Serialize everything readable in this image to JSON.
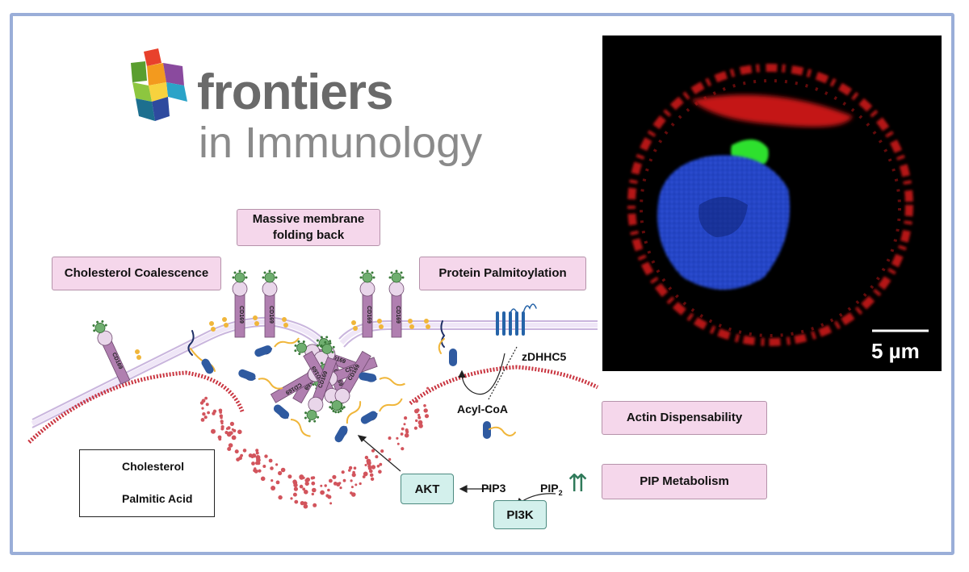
{
  "logo": {
    "word_top": "frontiers",
    "word_bottom": "in Immunology",
    "cube_colors": [
      "#e8412c",
      "#f39a1e",
      "#8dc63f",
      "#29abe2",
      "#2e4a9e",
      "#f7d23e",
      "#5a2d82"
    ]
  },
  "labels": {
    "massive_membrane": "Massive membrane folding back",
    "cholesterol_coalescence": "Cholesterol Coalescence",
    "protein_palmitoylation": "Protein Palmitoylation",
    "actin_dispensability": "Actin Dispensability",
    "pip_metabolism": "PIP Metabolism"
  },
  "pathway": {
    "zdhhc5": "zDHHC5",
    "acyl_coa": "Acyl-CoA",
    "akt": "AKT",
    "pip3": "PIP3",
    "pip2": "PIP",
    "pip2_sub": "2",
    "pi3k": "PI3K",
    "up_arrows": "⇈"
  },
  "legend": {
    "cholesterol": "Cholesterol",
    "palmitic_acid": "Palmitic Acid"
  },
  "receptor_label": "CD169",
  "micrograph": {
    "scale_bar": "5 µm"
  },
  "colors": {
    "label_fill": "#f5d7eb",
    "green_fill": "#d3f0ec",
    "membrane": "#d9c9e8",
    "receptor": "#b07fb0",
    "actin": "#c9343f",
    "palmitate": "#f0b63a",
    "protein": "#2f5aa0",
    "frame": "#9aaed8"
  }
}
